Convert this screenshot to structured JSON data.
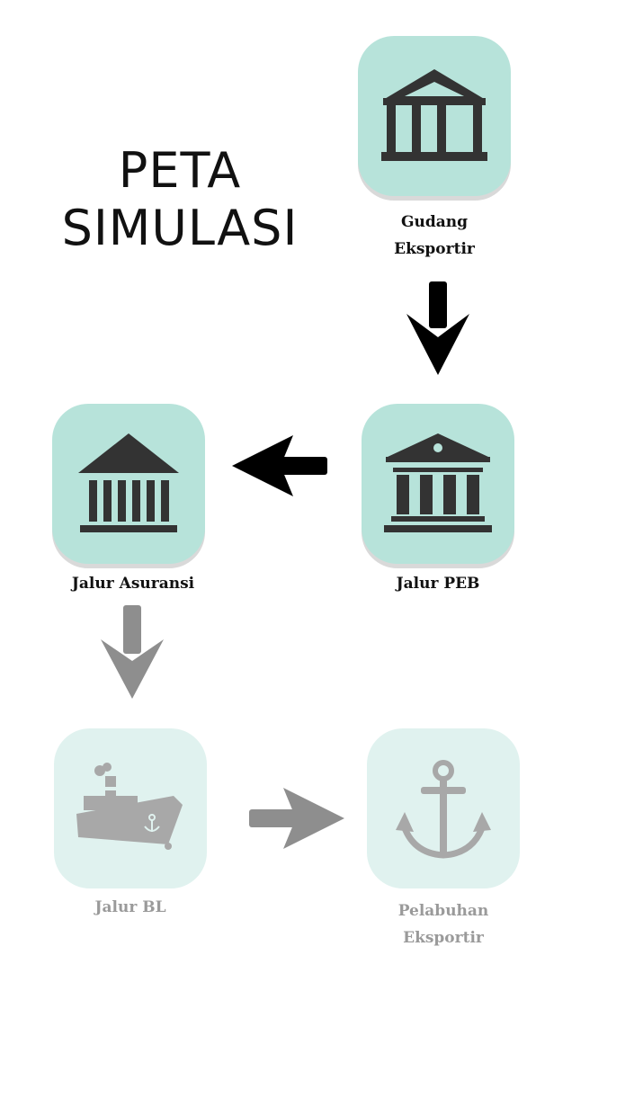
{
  "title": {
    "line1": "PETA",
    "line2": "SIMULASI"
  },
  "nodes": {
    "gudang_eksportir": {
      "label": "Gudang\nEksportir",
      "icon": "bank-building-icon",
      "state": "active"
    },
    "jalur_peb": {
      "label": "Jalur PEB",
      "icon": "bank-building-icon",
      "state": "active"
    },
    "jalur_asuransi": {
      "label": "Jalur Asuransi",
      "icon": "bank-building-icon",
      "state": "active"
    },
    "jalur_bl": {
      "label": "Jalur BL",
      "icon": "ship-icon",
      "state": "locked"
    },
    "pelabuhan_eksportir": {
      "label": "Pelabuhan\nEksportir",
      "icon": "anchor-icon",
      "state": "locked"
    }
  },
  "colors": {
    "node_active": "#b7e3da",
    "node_locked": "#e0f2ef",
    "arrow_active": "#000000",
    "arrow_locked": "#8e8e8e",
    "icon_active": "#333333",
    "icon_locked": "#a8a8a8"
  }
}
